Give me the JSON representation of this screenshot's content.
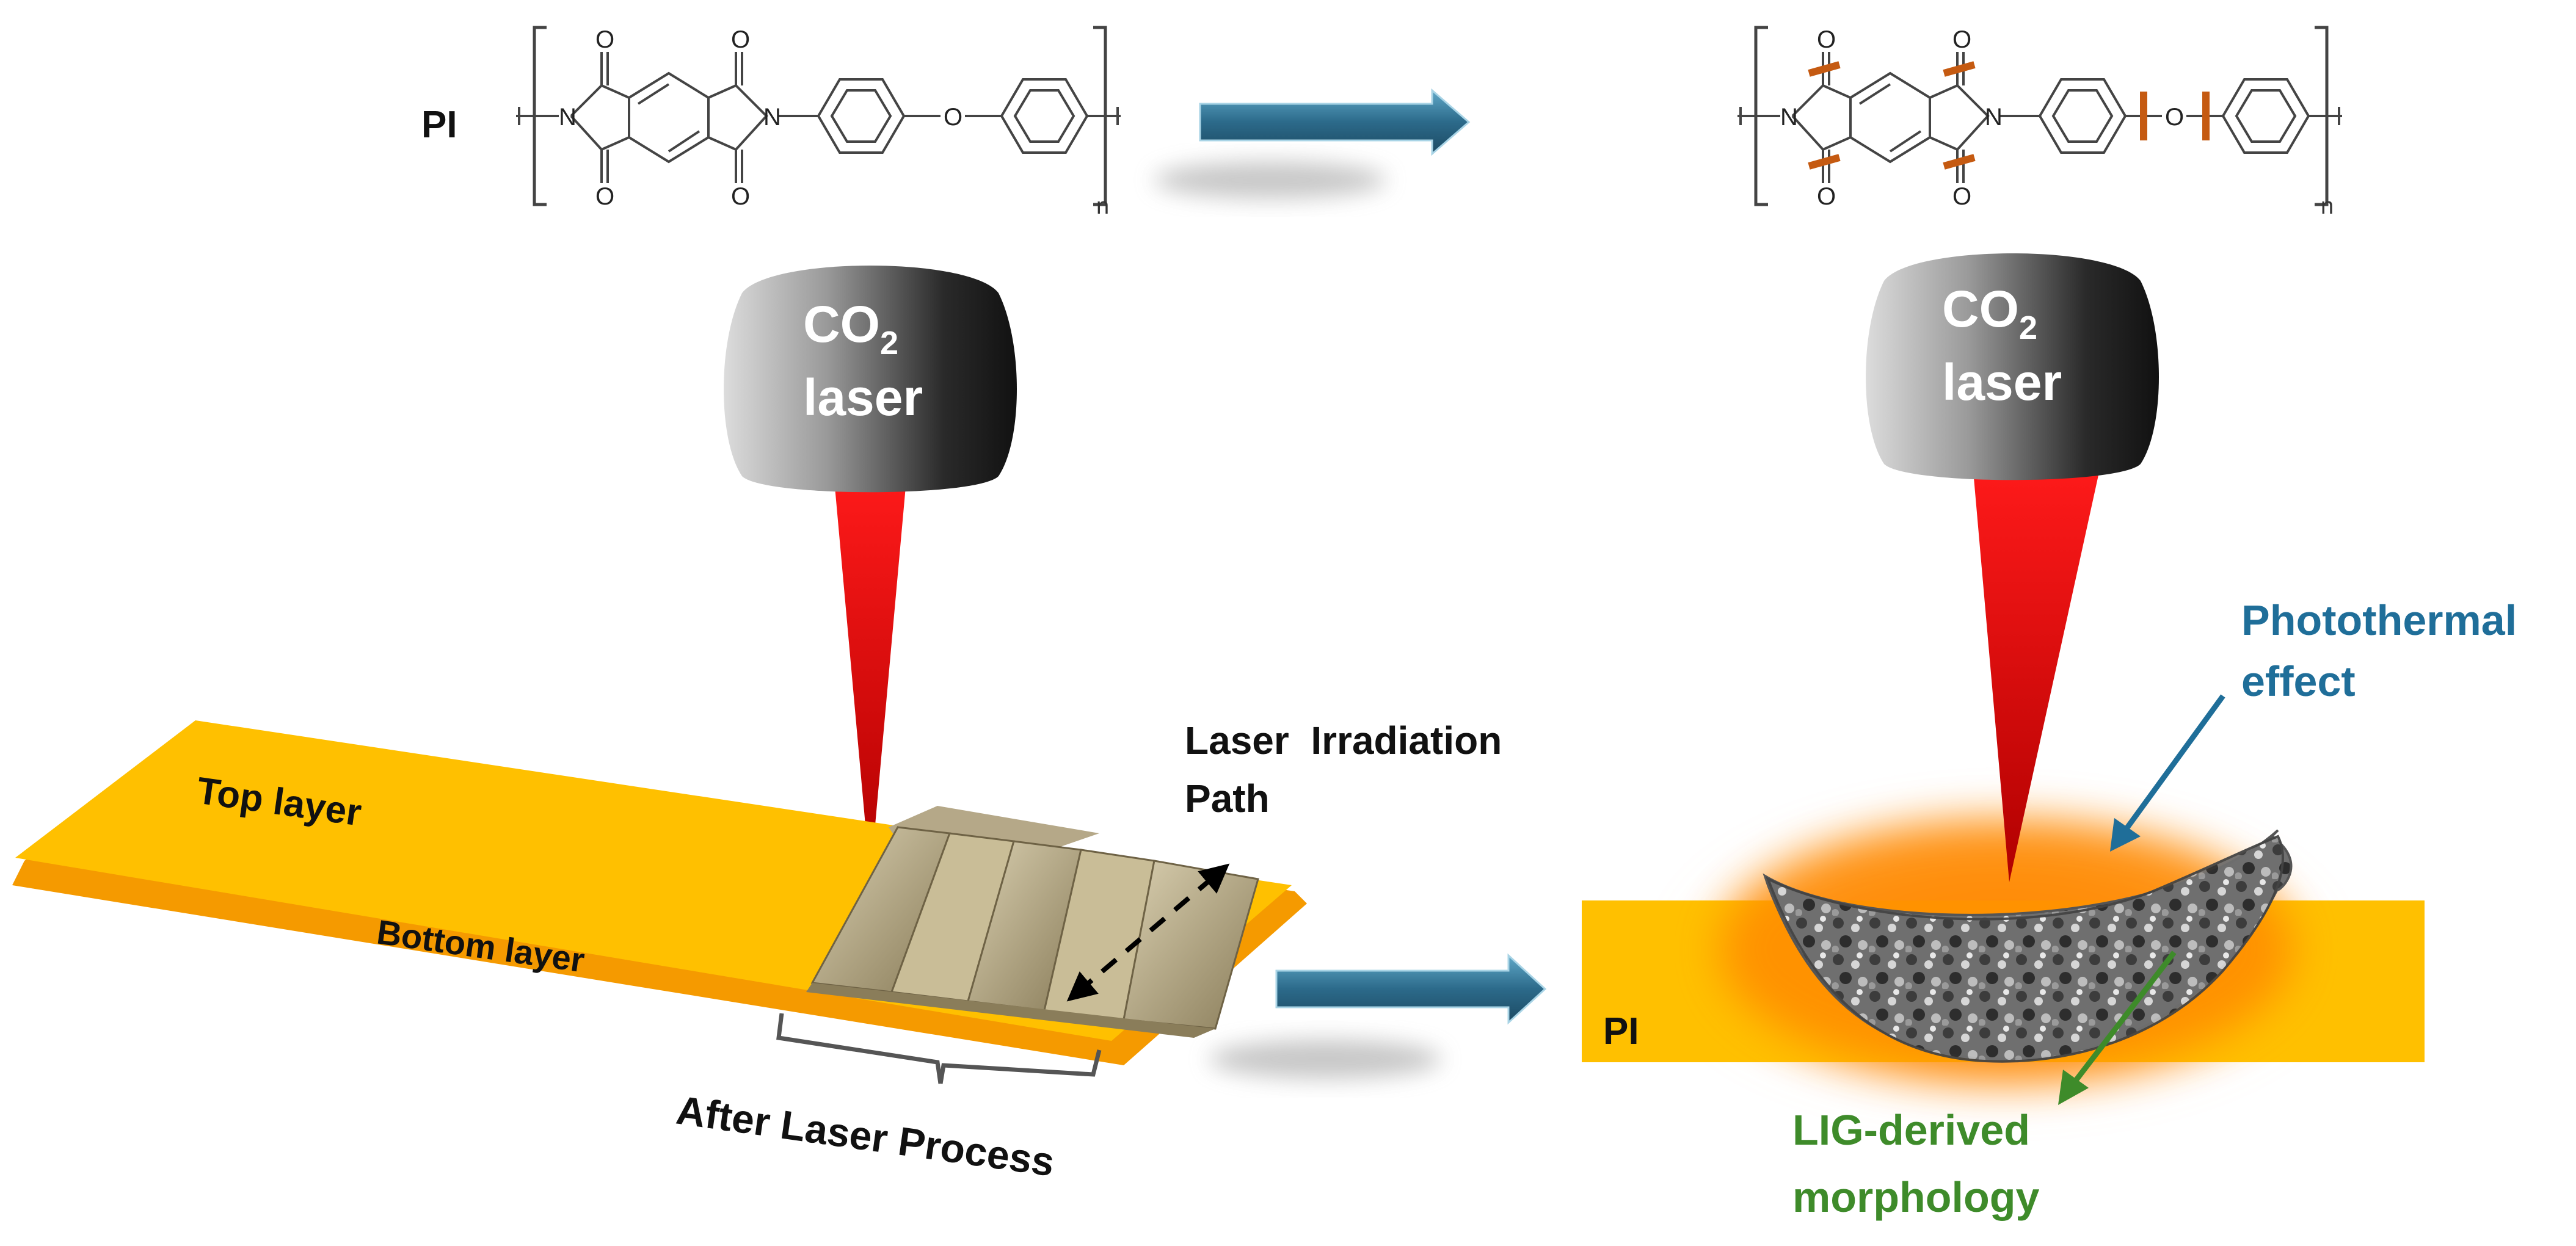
{
  "labels": {
    "pi_formula_label": "PI",
    "subscript_n": "n",
    "laser_left_line1": "CO",
    "laser_left_sub": "2",
    "laser_left_line2": "laser",
    "laser_right_line1": "CO",
    "laser_right_sub": "2",
    "laser_right_line2": "laser",
    "top_layer": "Top layer",
    "bottom_layer": "Bottom layer",
    "laser_path_line1": "Laser  Irradiation",
    "laser_path_line2": "Path",
    "after_laser_process": "After Laser Process",
    "pi_substrate": "PI",
    "photothermal_line1": "Photothermal",
    "photothermal_line2": "effect",
    "lig_line1": "LIG-derived",
    "lig_line2": "morphology"
  },
  "atoms": {
    "N": "N",
    "O": "O"
  },
  "colors": {
    "pi_orange": "#FFC000",
    "pi_dark_orange": "#F59A00",
    "laser_red": "#E00000",
    "arrow_blue": "#2C6A8A",
    "photothermal_text": "#1F6E99",
    "lig_text": "#3E8B2A",
    "cut_mark": "#C55A11",
    "glow": "#FF8A00"
  }
}
